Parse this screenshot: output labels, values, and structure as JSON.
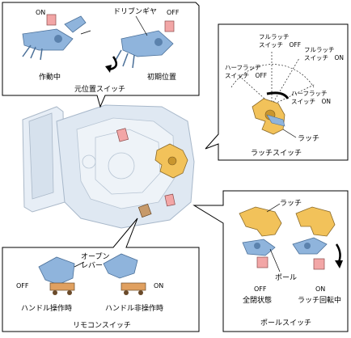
{
  "colors": {
    "panel_stroke": "#000000",
    "panel_fill": "#ffffff",
    "part_blue": "#8fb4dc",
    "part_blue_dark": "#4a6f98",
    "latch_yellow": "#f2c25a",
    "switch_pink": "#f2a6a6",
    "background_assembly": "#dfe8f2",
    "tan_connector": "#c79a6a"
  },
  "panels": {
    "home_switch": {
      "title": "元位置スイッチ",
      "label_on": "ON",
      "label_off": "OFF",
      "caption_left": "作動中",
      "caption_right": "初期位置",
      "callout_drive_gear": "ドリブンギヤ"
    },
    "latch_switch": {
      "title": "ラッチスイッチ",
      "full_latch_off": [
        "フルラッチ",
        "スイッチ　OFF"
      ],
      "full_latch_on": [
        "フルラッチ",
        "スイッチ　ON"
      ],
      "half_latch_off": [
        "ハーフラッチ",
        "スイッチ　OFF"
      ],
      "half_latch_on": [
        "ハーフラッチ",
        "スイッチ　ON"
      ],
      "callout_latch": "ラッチ"
    },
    "pawl_switch": {
      "title": "ポールスイッチ",
      "callout_latch": "ラッチ",
      "callout_pawl": "ポール",
      "label_off": "OFF",
      "label_on": "ON",
      "caption_left": "全閉状態",
      "caption_right": "ラッチ回転中"
    },
    "remote_switch": {
      "title": "リモコンスイッチ",
      "callout_lever": [
        "オープン",
        "レバー"
      ],
      "label_off": "OFF",
      "label_on": "ON",
      "caption_left": "ハンドル操作時",
      "caption_right": "ハンドル非操作時"
    }
  },
  "icons": [
    "home-switch-assembly",
    "latch-assembly",
    "pawl-assembly",
    "remote-switch-assembly",
    "door-lock-actuator"
  ]
}
